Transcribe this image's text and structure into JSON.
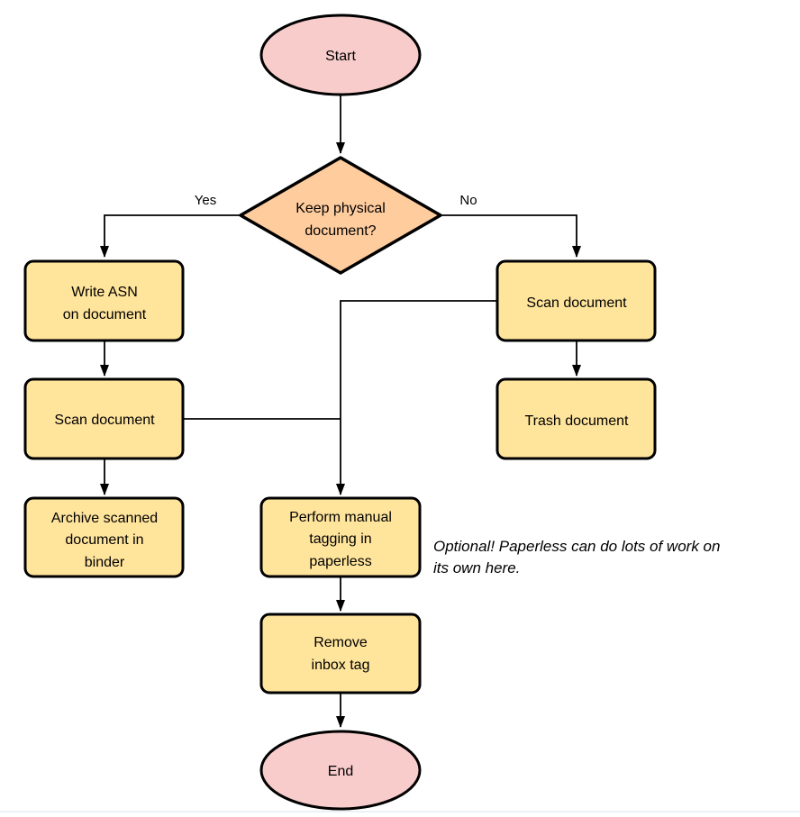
{
  "colors": {
    "stroke": "#000000",
    "text": "#000000",
    "terminal_fill": "#F7CCCB",
    "decision_fill": "#FFCC9E",
    "process_fill": "#FFE49C",
    "page_divider": "#EDF0F4"
  },
  "nodes": {
    "start": {
      "label": "Start"
    },
    "decision": {
      "line1": "Keep physical",
      "line2": "document?"
    },
    "write_asn": {
      "line1": "Write ASN",
      "line2": "on document"
    },
    "scan_left": {
      "label": "Scan document"
    },
    "archive": {
      "line1": "Archive scanned",
      "line2": "document in",
      "line3": "binder"
    },
    "scan_right": {
      "label": "Scan document"
    },
    "trash": {
      "label": "Trash document"
    },
    "perform_tagging": {
      "line1": "Perform manual",
      "line2": "tagging in",
      "line3": "paperless"
    },
    "remove_inbox": {
      "line1": "Remove",
      "line2": "inbox tag"
    },
    "end": {
      "label": "End"
    }
  },
  "edges": {
    "yes_label": "Yes",
    "no_label": "No"
  },
  "annotation": {
    "line1": "Optional! Paperless can do lots of work on",
    "line2": "its own here."
  }
}
